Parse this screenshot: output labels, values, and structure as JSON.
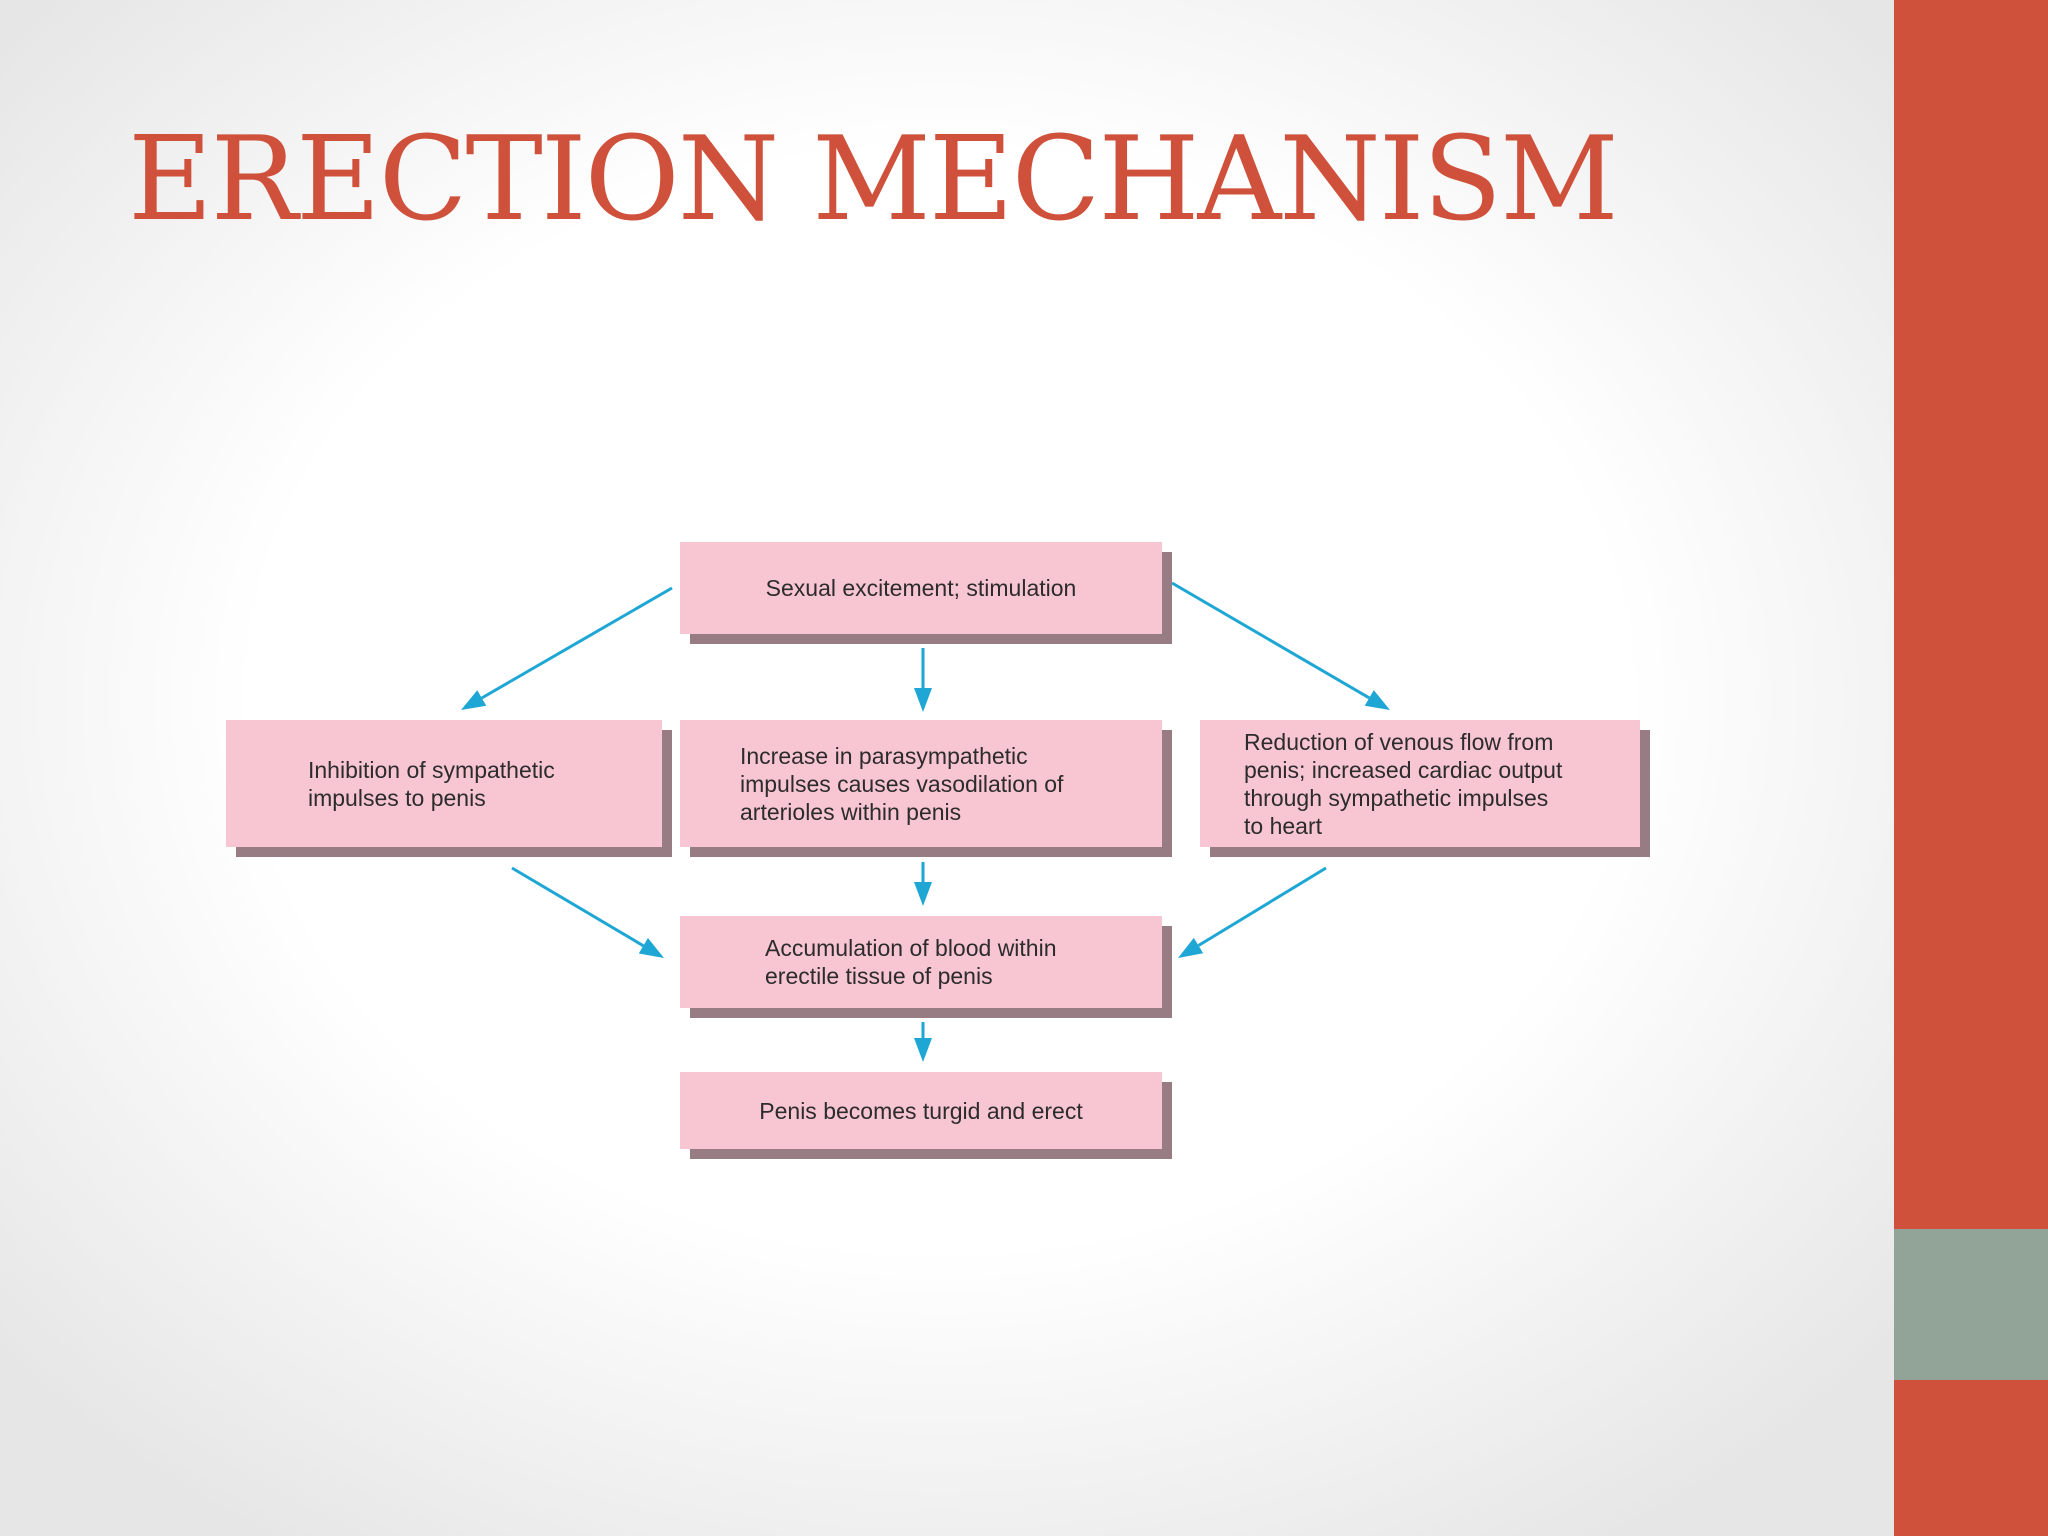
{
  "slide": {
    "title": "ERECTION MECHANISM",
    "colors": {
      "title": "#cf513b",
      "band_top": "#cf513b",
      "band_middle": "#92a398",
      "band_bottom": "#cf513b",
      "box_fill": "#f8c5d3",
      "box_shadow": "#977c84",
      "arrow": "#1ea6d4"
    }
  },
  "flowchart": {
    "nodes": [
      {
        "id": "b1",
        "text": "Sexual excitement; stimulation"
      },
      {
        "id": "b2",
        "text": "Inhibition of sympathetic\nimpulses to penis"
      },
      {
        "id": "b3",
        "text": "Increase in parasympathetic\nimpulses causes vasodilation of\narterioles within penis"
      },
      {
        "id": "b4",
        "text": "Reduction of venous flow from\npenis; increased cardiac output\nthrough sympathetic impulses\nto heart"
      },
      {
        "id": "b5",
        "text": "Accumulation of blood within\nerectile tissue of penis"
      },
      {
        "id": "b6",
        "text": "Penis becomes turgid and erect"
      }
    ],
    "edges": [
      {
        "from": "b1",
        "to": "b2"
      },
      {
        "from": "b1",
        "to": "b3"
      },
      {
        "from": "b1",
        "to": "b4"
      },
      {
        "from": "b2",
        "to": "b5"
      },
      {
        "from": "b3",
        "to": "b5"
      },
      {
        "from": "b4",
        "to": "b5"
      },
      {
        "from": "b5",
        "to": "b6"
      }
    ]
  }
}
